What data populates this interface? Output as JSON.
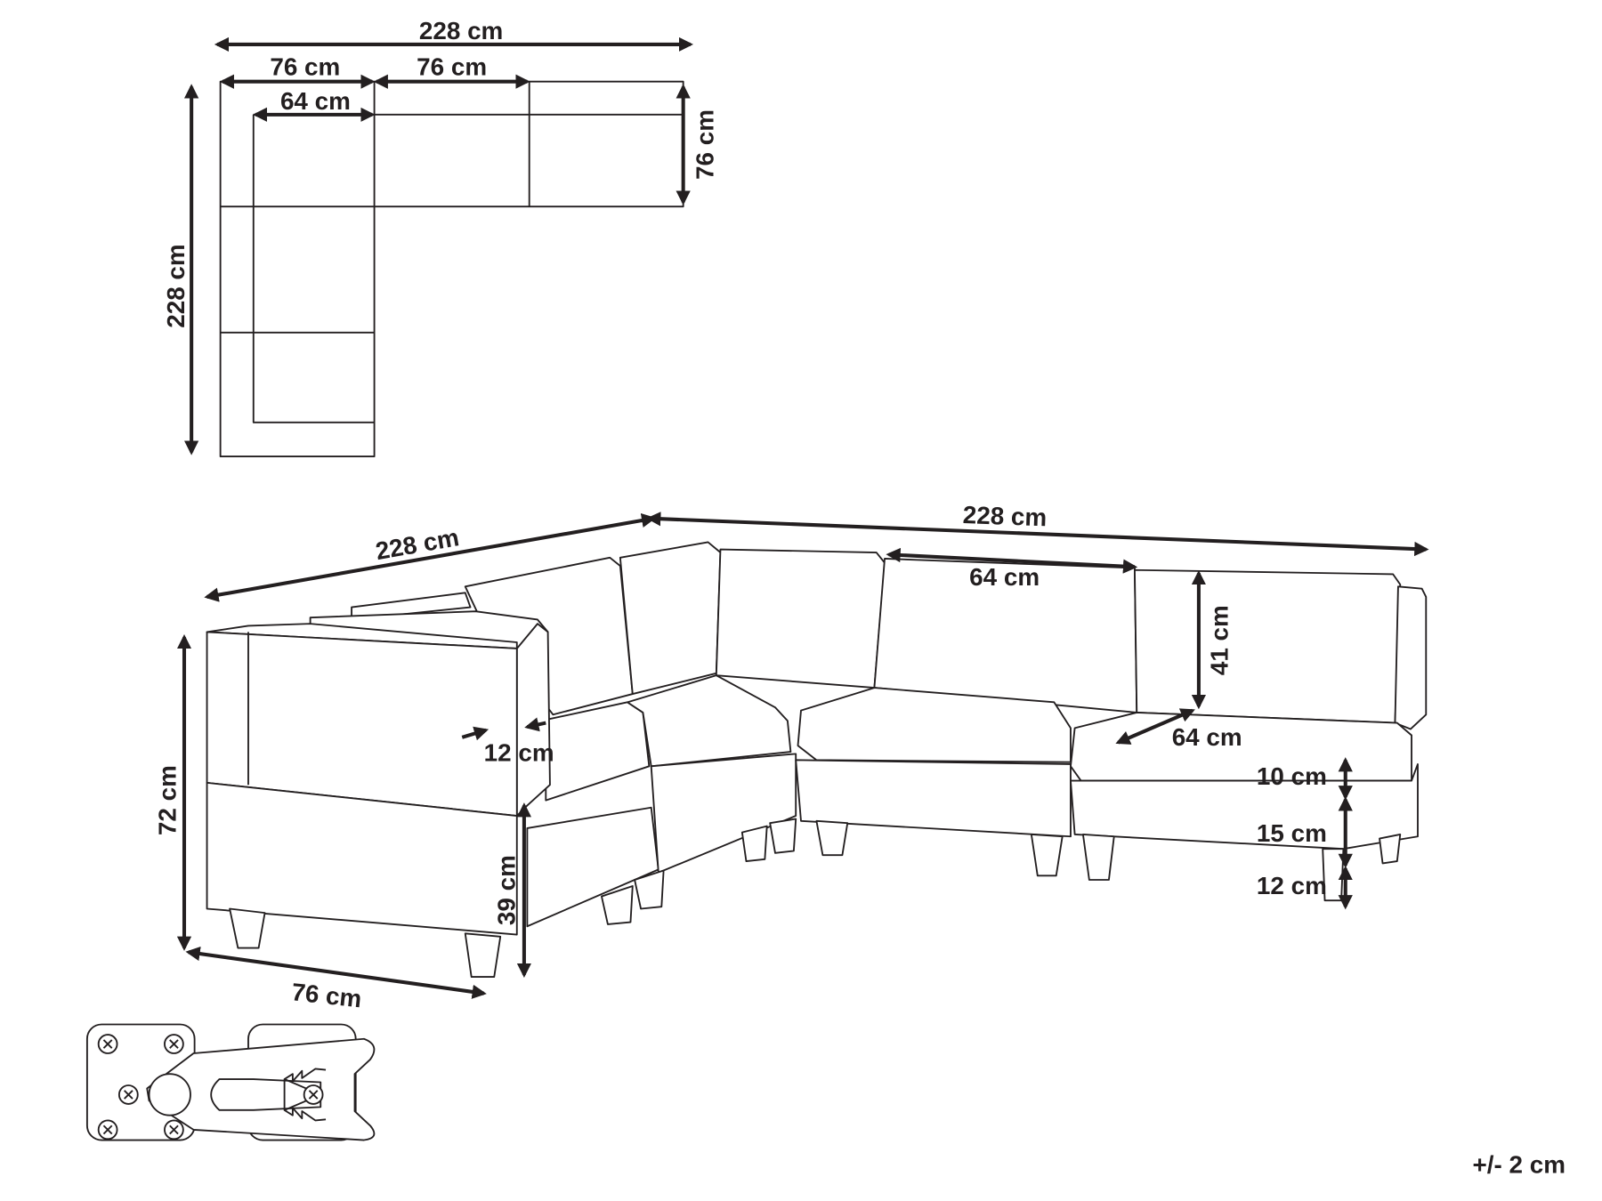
{
  "plan_view": {
    "total_width": "228 cm",
    "module_width_1": "76 cm",
    "module_width_2": "76 cm",
    "seat_width": "64 cm",
    "depth": "76 cm",
    "total_length": "228 cm"
  },
  "perspective_view": {
    "left_length": "228 cm",
    "right_length": "228 cm",
    "seat_width": "64 cm",
    "back_height": "41 cm",
    "seat_depth": "64 cm",
    "armrest_width": "12 cm",
    "cushion_height": "10 cm",
    "base_height": "15 cm",
    "leg_height": "12 cm",
    "total_height": "72 cm",
    "seat_height": "39 cm",
    "module_depth": "76 cm"
  },
  "tolerance": "+/- 2 cm",
  "colors": {
    "line": "#231f20",
    "background": "#ffffff"
  }
}
